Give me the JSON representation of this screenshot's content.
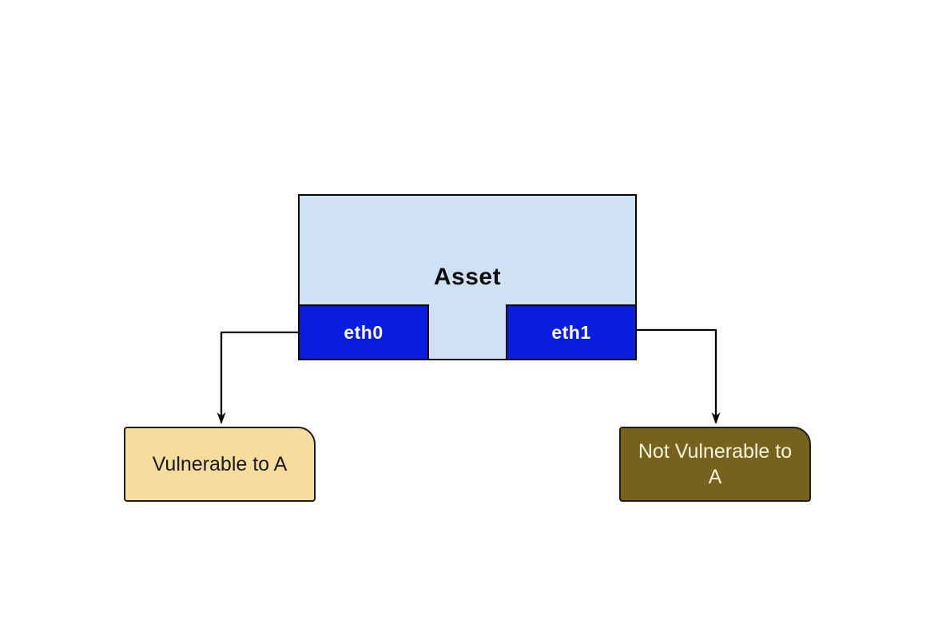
{
  "diagram": {
    "asset": {
      "label": "Asset",
      "fill_color": "#cfe2f3",
      "border_color": "#000000",
      "interfaces": [
        {
          "label": "eth0",
          "fill_color": "#0a1ee0",
          "text_color": "#ffffff"
        },
        {
          "label": "eth1",
          "fill_color": "#0a1ee0",
          "text_color": "#ffffff"
        }
      ]
    },
    "outcomes": [
      {
        "label": "Vulnerable to A",
        "fill_color": "#f6dd9d",
        "text_color": "#1a1a1a",
        "shape": "card-rounded-top-right"
      },
      {
        "label": "Not Vulnerable to A",
        "fill_color": "#77621d",
        "text_color": "#faf3e0",
        "shape": "card-rounded-top-right"
      }
    ],
    "connectors": [
      {
        "from": "eth0",
        "to": "Vulnerable to A",
        "style": "elbow-arrow-down",
        "color": "#000000"
      },
      {
        "from": "eth1",
        "to": "Not Vulnerable to A",
        "style": "elbow-arrow-down",
        "color": "#000000"
      }
    ],
    "background_color": "#ffffff"
  }
}
